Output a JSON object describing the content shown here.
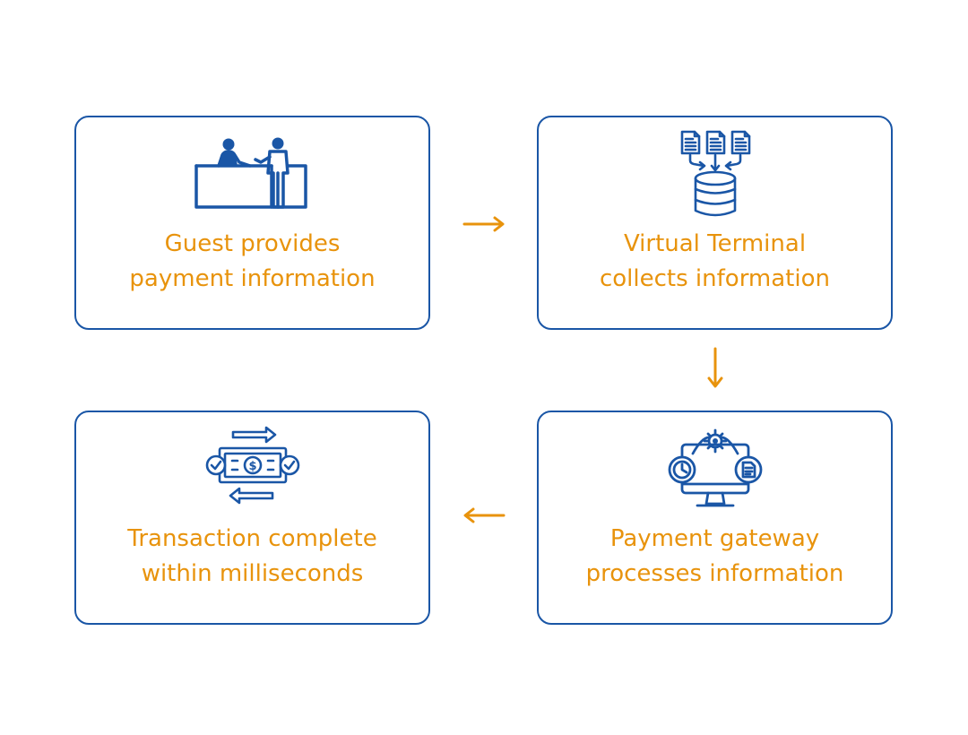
{
  "diagram": {
    "steps": [
      {
        "id": "guest",
        "label_line1": "Guest provides",
        "label_line2": "payment information",
        "icon": "front-desk-icon"
      },
      {
        "id": "terminal",
        "label_line1": "Virtual Terminal",
        "label_line2": "collects information",
        "icon": "documents-to-database-icon"
      },
      {
        "id": "gateway",
        "label_line1": "Payment gateway",
        "label_line2": "processes information",
        "icon": "monitor-processing-icon"
      },
      {
        "id": "complete",
        "label_line1": "Transaction complete",
        "label_line2": "within milliseconds",
        "icon": "money-transfer-icon"
      }
    ],
    "arrows": [
      {
        "from": "guest",
        "to": "terminal",
        "direction": "right"
      },
      {
        "from": "terminal",
        "to": "gateway",
        "direction": "down"
      },
      {
        "from": "gateway",
        "to": "complete",
        "direction": "left"
      }
    ],
    "colors": {
      "box_border": "#1a56a6",
      "icon": "#1a56a6",
      "label_text": "#e8930c",
      "arrow": "#e8930c"
    }
  }
}
